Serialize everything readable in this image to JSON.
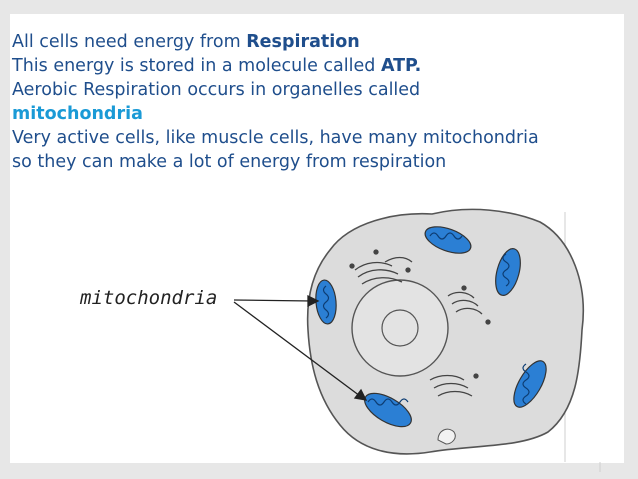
{
  "slide": {
    "lines": {
      "l1_pre": "All cells need energy from ",
      "l1_bold": "Respiration",
      "l2_pre": "This energy is stored in a molecule called ",
      "l2_bold": "ATP.",
      "l3": "Aerobic Respiration occurs in organelles called",
      "l4": "mitochondria",
      "l5": "Very active cells, like muscle cells, have many mitochondria",
      "l6": "so they can make a lot of energy from respiration"
    },
    "diagram_label": "mitochondria"
  },
  "colors": {
    "background": "#e7e7e7",
    "panel": "#ffffff",
    "text": "#1f4e8c",
    "highlight": "#1a9ad6",
    "mitochondria_fill": "#2b7fd4",
    "cell_fill": "#dcdcdc"
  }
}
